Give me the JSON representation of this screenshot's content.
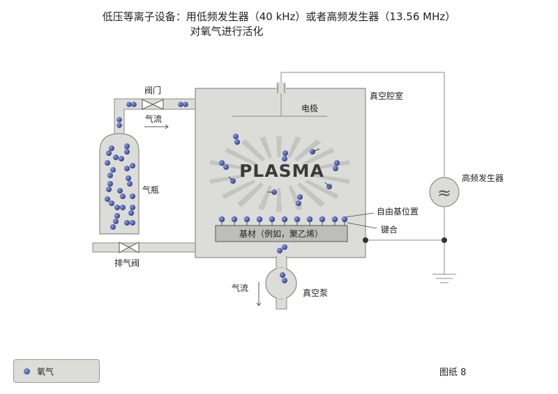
{
  "title": {
    "line1": "低压等离子设备：用低频发生器（40 kHz）或者高频发生器（13.56 MHz）",
    "line2": "对氧气进行活化"
  },
  "labels": {
    "valve": "阀门",
    "gas_flow_top": "气流",
    "gas_bottle": "气瓶",
    "exhaust_valve": "排气阀",
    "electrode": "电极",
    "vacuum_chamber": "真空腔室",
    "plasma": "PLASMA",
    "hf_generator": "高频发生器",
    "free_radical_site": "自由基位置",
    "bonding": "键合",
    "substrate": "基材（例如，聚乙烯）",
    "gas_flow_bottom": "气流",
    "vacuum_pump": "真空泵",
    "generator_symbol": "≈"
  },
  "legend": {
    "item": "氧气"
  },
  "figure_number": "图纸 8",
  "colors": {
    "pipe_fill": "#dcdcd8",
    "pipe_stroke": "#8a8a86",
    "line": "#8a8a86",
    "ray": "#c4c4c0",
    "molecule": "#3c4c9c"
  }
}
